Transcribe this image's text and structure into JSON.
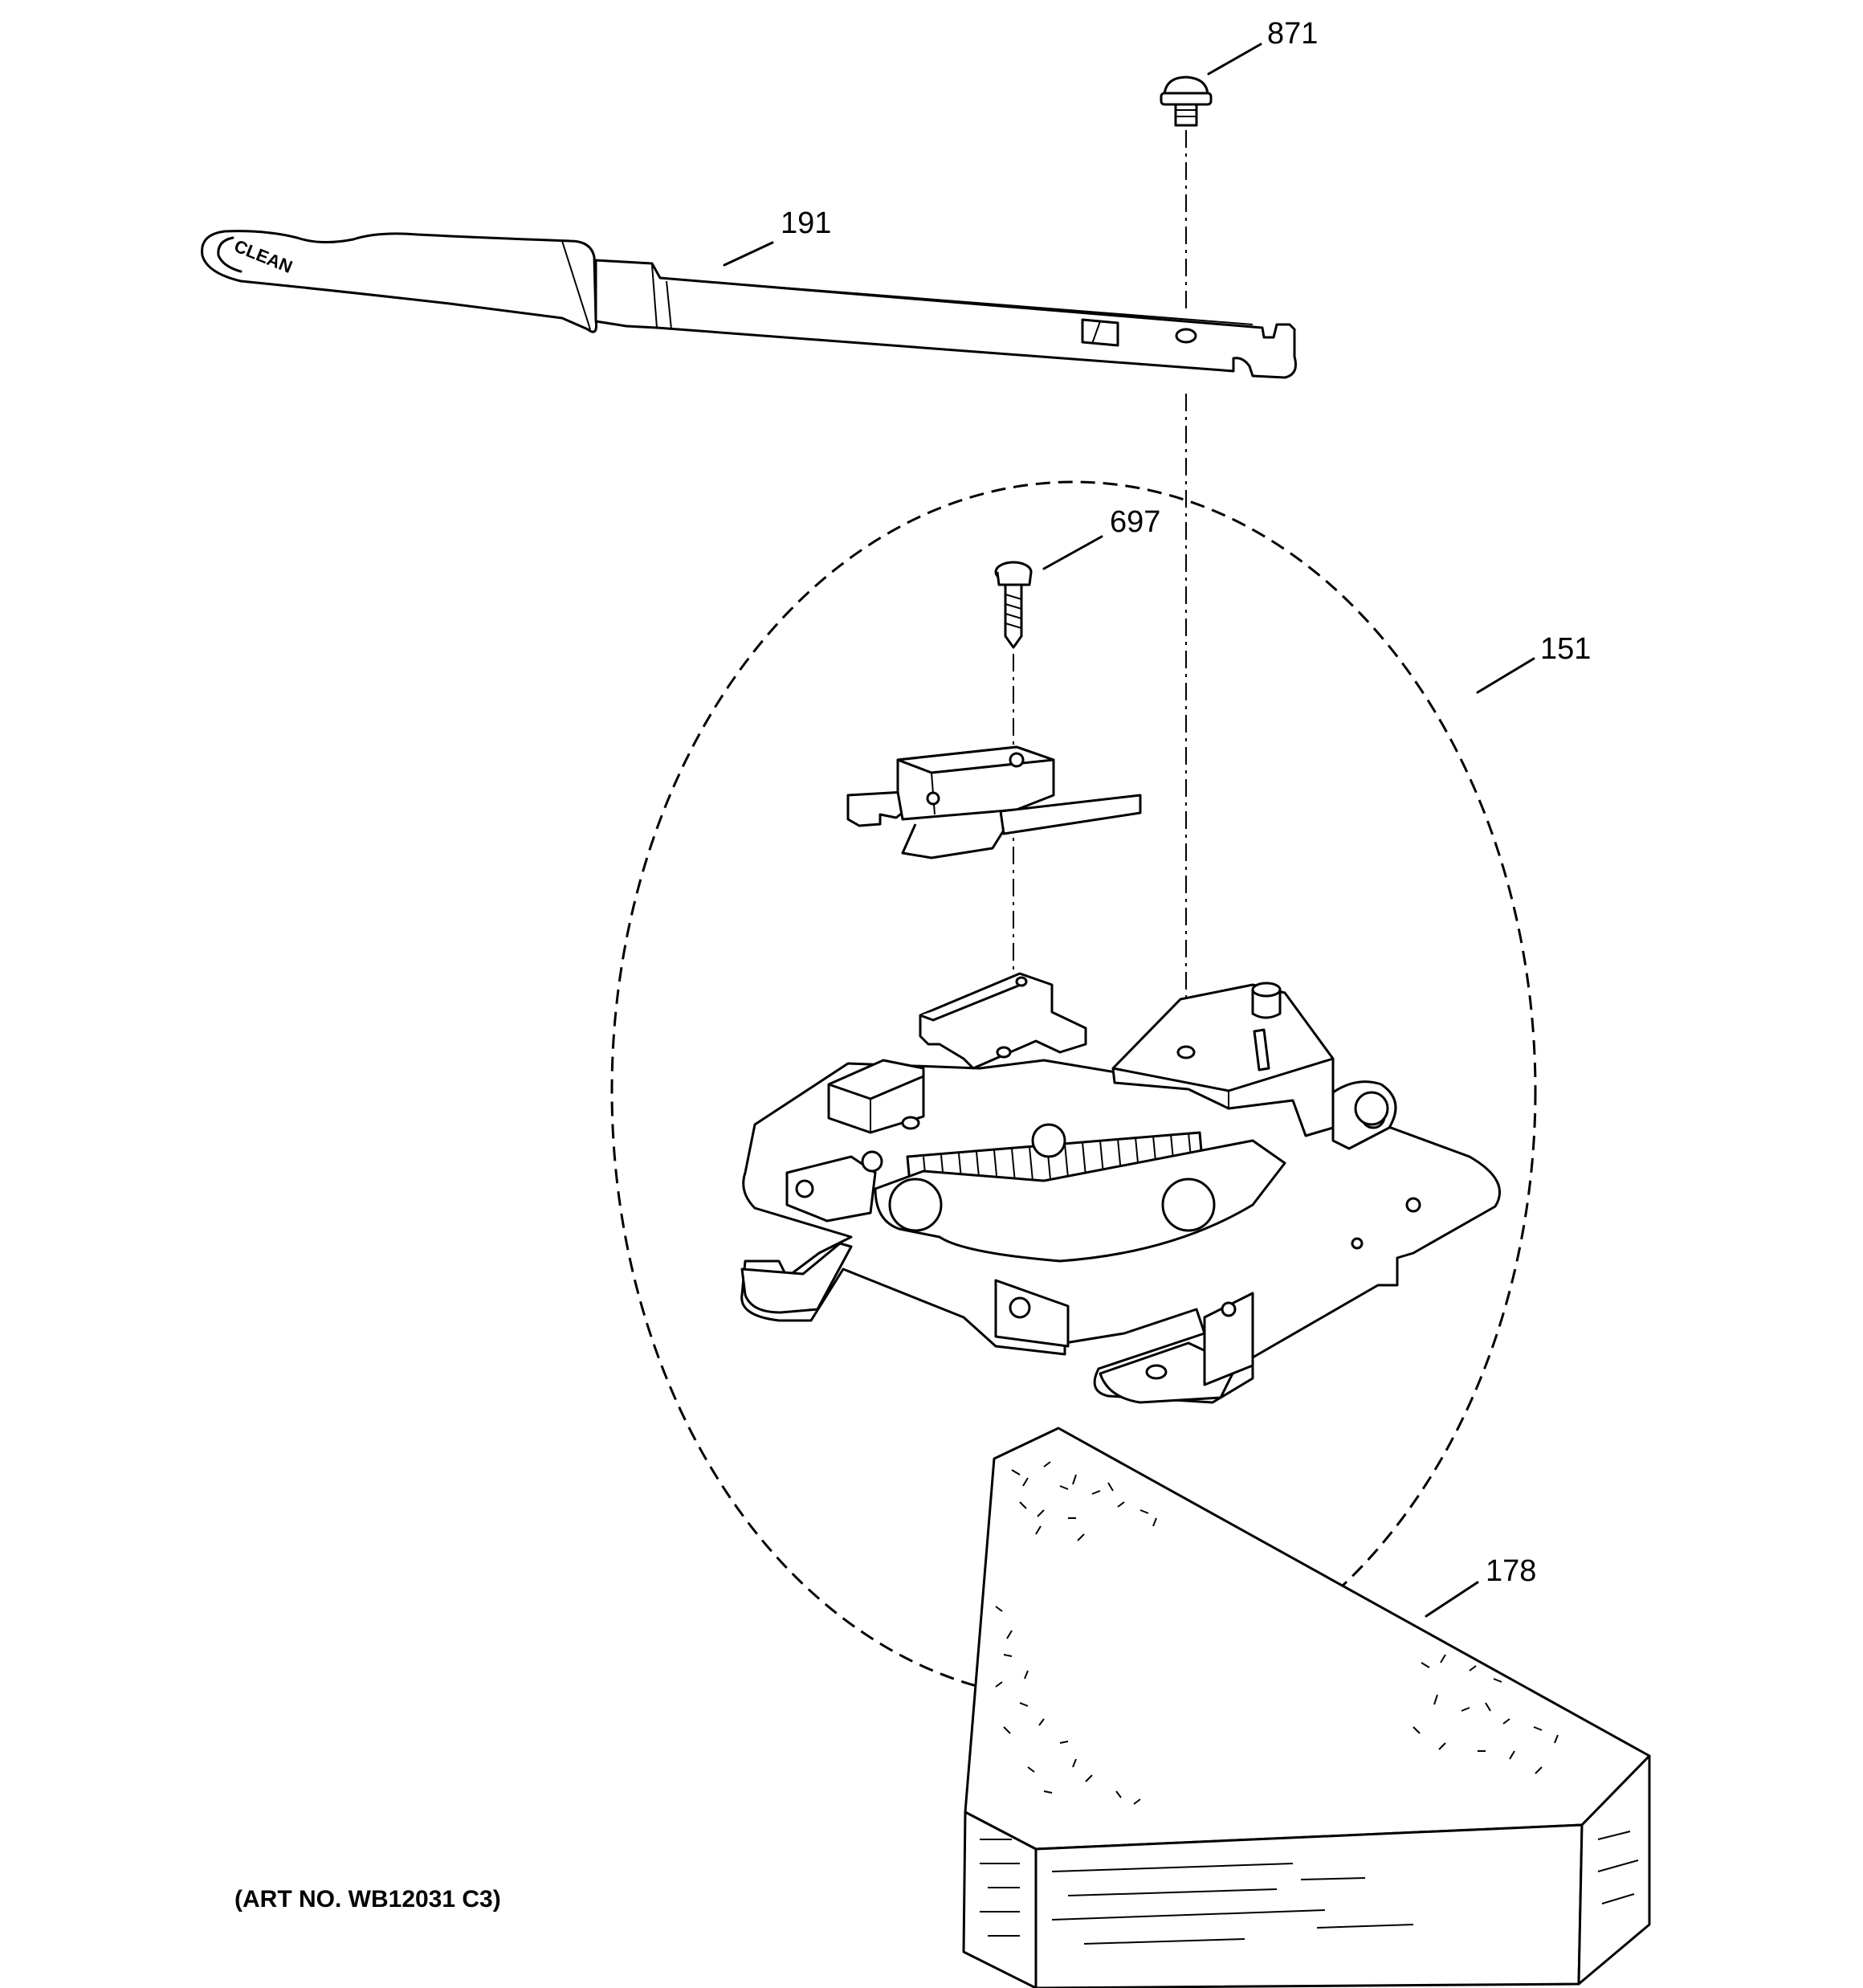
{
  "callouts": {
    "part_871": "871",
    "part_191": "191",
    "part_697": "697",
    "part_151": "151",
    "part_178": "178"
  },
  "lever_text": "CLEAN",
  "art_number": "(ART NO. WB12031 C3)"
}
